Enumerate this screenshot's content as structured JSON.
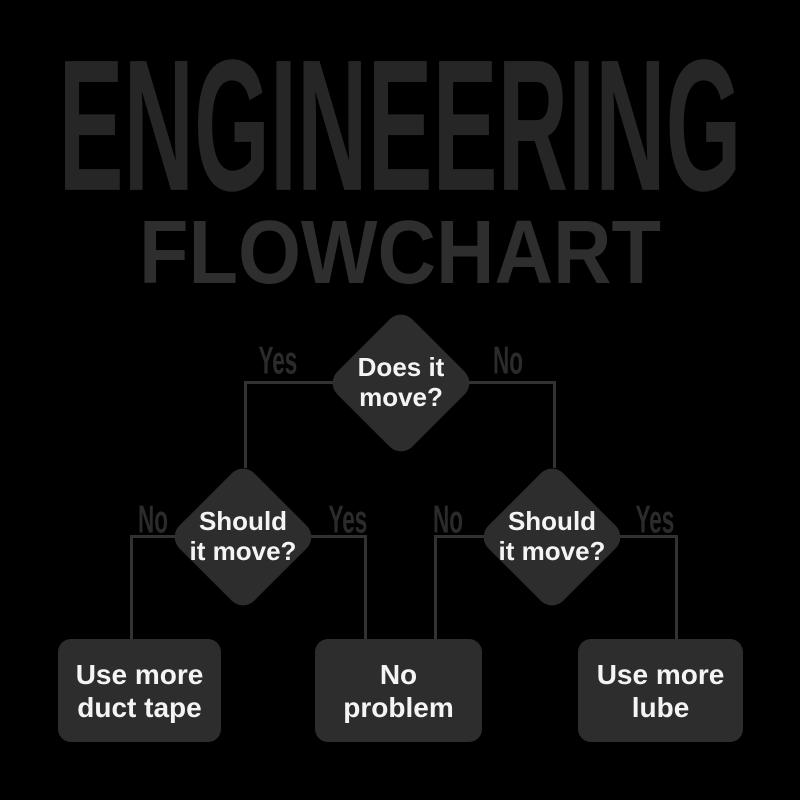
{
  "title": {
    "main": "ENGINEERING",
    "sub": "FLOWCHART"
  },
  "flowchart": {
    "decisions": {
      "root": {
        "line1": "Does it",
        "line2": "move?"
      },
      "left": {
        "line1": "Should",
        "line2": "it move?"
      },
      "right": {
        "line1": "Should",
        "line2": "it move?"
      }
    },
    "outcomes": {
      "duct_tape": {
        "line1": "Use more",
        "line2": "duct tape"
      },
      "no_problem": {
        "line1": "No",
        "line2": "problem"
      },
      "lube": {
        "line1": "Use more",
        "line2": "lube"
      }
    },
    "edge_labels": {
      "root_yes": "Yes",
      "root_no": "No",
      "left_no": "No",
      "left_yes": "Yes",
      "right_no": "No",
      "right_yes": "Yes"
    }
  },
  "colors": {
    "background": "#000000",
    "title_main": "#262626",
    "title_sub": "#2e2e2e",
    "node_fill": "#2d2d2d",
    "node_text": "#f4f4f4",
    "connector": "#323232",
    "edge_label_text": "#2b2b2b"
  }
}
